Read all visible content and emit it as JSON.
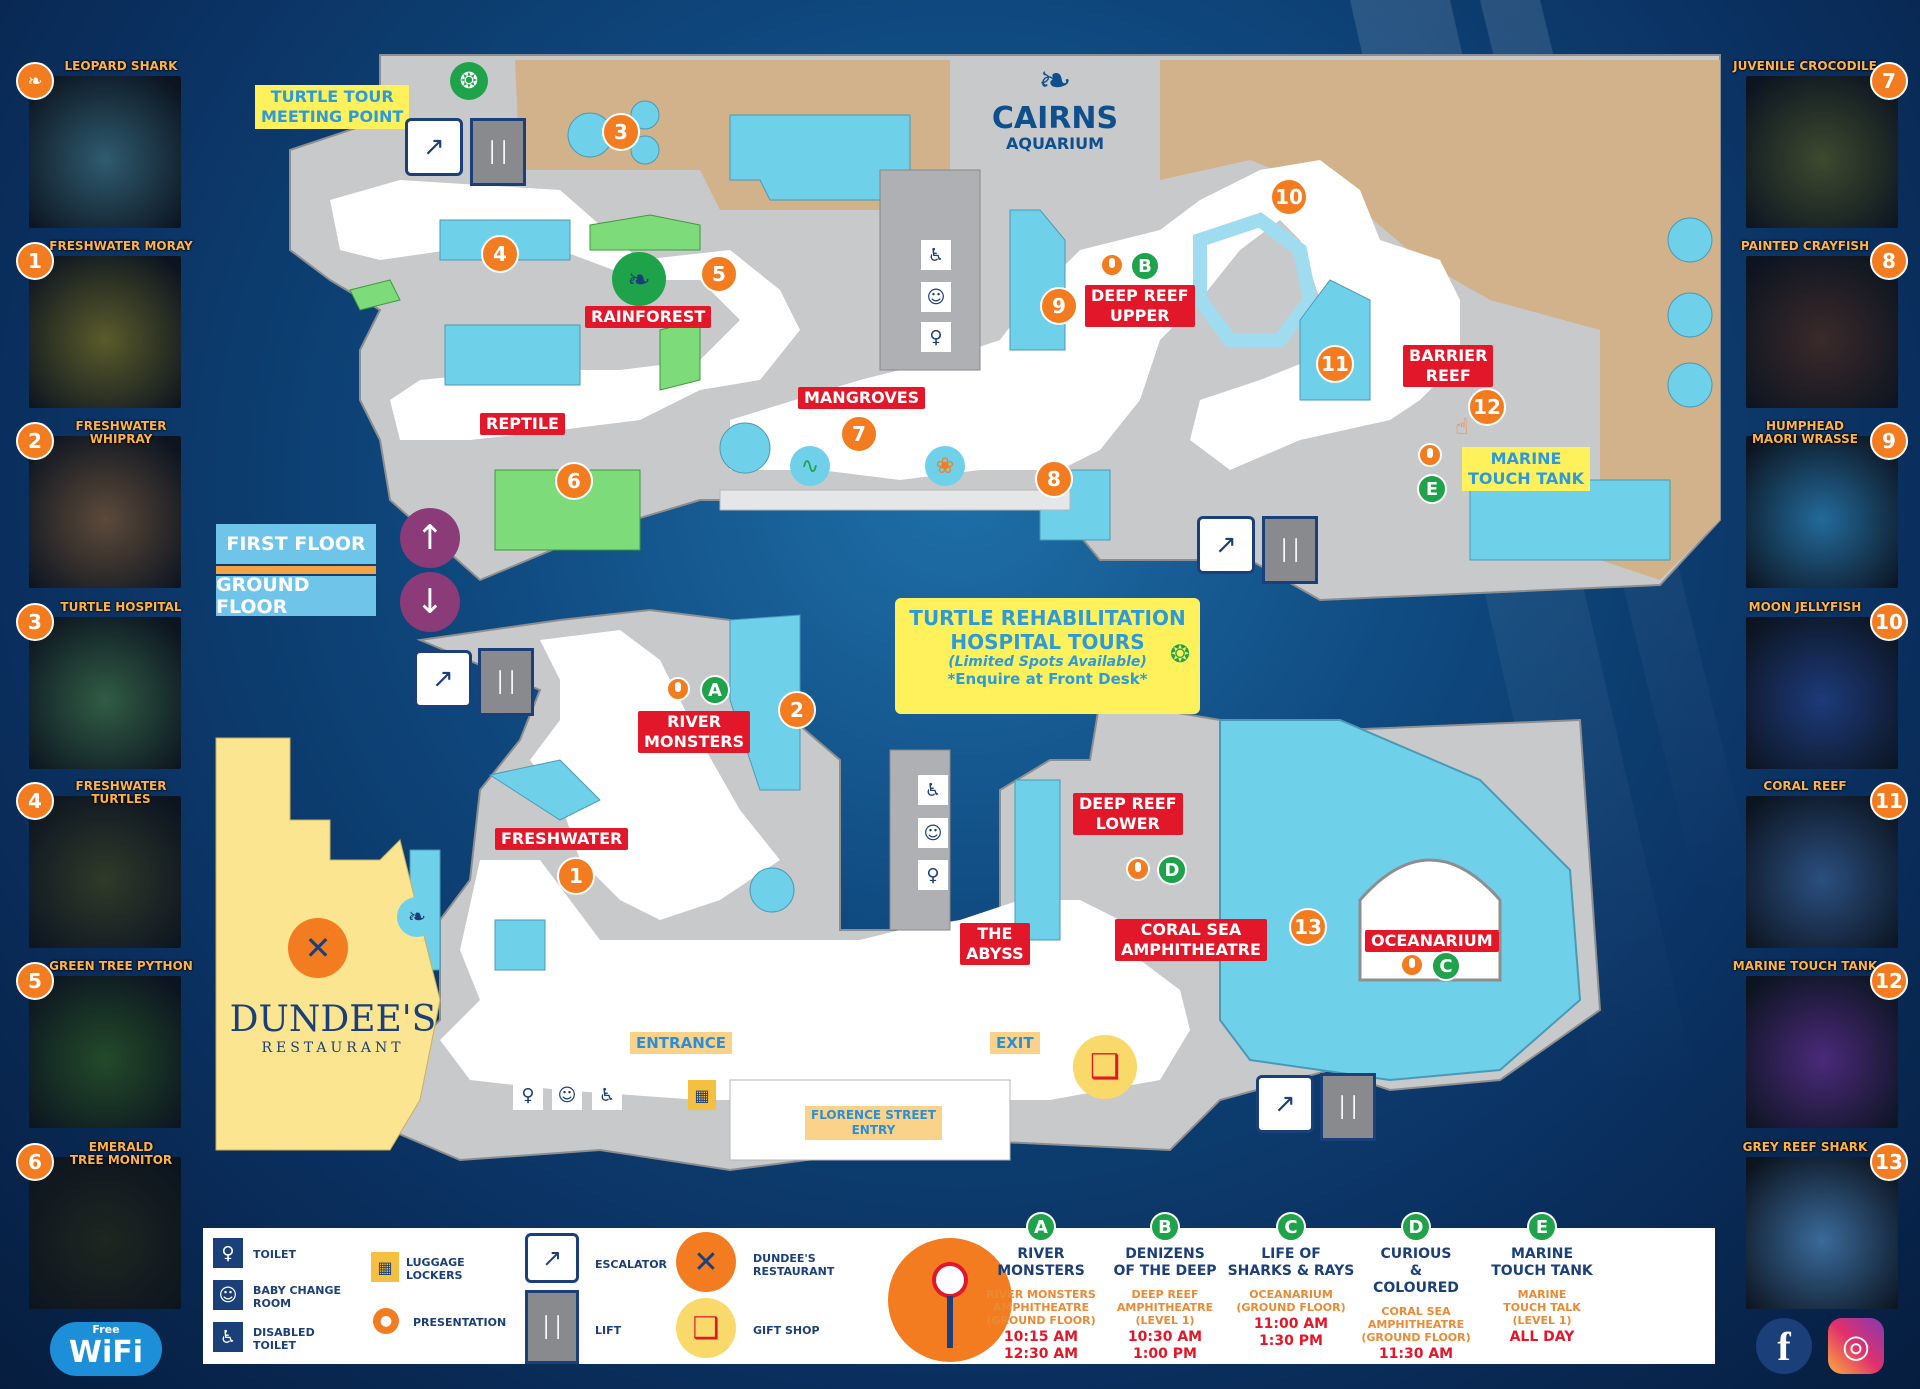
{
  "brand": {
    "name_line1": "CAIRNS",
    "name_line2": "AQUARIUM"
  },
  "colors": {
    "ocean": "#0f4a80",
    "accent_orange": "#f47c20",
    "label_red": "#e3172a",
    "presentation_green": "#1ea34a",
    "tank_blue": "#6fd0ea",
    "floor_tan": "#d2b28a",
    "restaurant_yellow": "#fbe591"
  },
  "left_cards": [
    {
      "title": "LEOPARD SHARK",
      "number": "",
      "icon": "shark-icon"
    },
    {
      "title": "FRESHWATER MORAY",
      "number": "1"
    },
    {
      "title": "FRESHWATER WHIPRAY",
      "number": "2"
    },
    {
      "title": "TURTLE HOSPITAL",
      "number": "3"
    },
    {
      "title": "FRESHWATER TURTLES",
      "number": "4"
    },
    {
      "title": "GREEN TREE PYTHON",
      "number": "5"
    },
    {
      "title": "EMERALD\nTREE MONITOR",
      "number": "6"
    }
  ],
  "right_cards": [
    {
      "title": "JUVENILE CROCODILE",
      "number": "7"
    },
    {
      "title": "PAINTED CRAYFISH",
      "number": "8"
    },
    {
      "title": "HUMPHEAD\nMAORI WRASSE",
      "number": "9"
    },
    {
      "title": "MOON JELLYFISH",
      "number": "10"
    },
    {
      "title": "CORAL REEF",
      "number": "11"
    },
    {
      "title": "MARINE TOUCH TANK",
      "number": "12"
    },
    {
      "title": "GREY REEF SHARK",
      "number": "13"
    }
  ],
  "zones": {
    "rainforest": "RAINFOREST",
    "reptile": "REPTILE",
    "mangroves": "MANGROVES",
    "deep_reef_upper": "DEEP REEF\nUPPER",
    "barrier_reef": "BARRIER\nREEF",
    "river_monsters": "RIVER\nMONSTERS",
    "freshwater": "FRESHWATER",
    "deep_reef_lower": "DEEP REEF\nLOWER",
    "the_abyss": "THE\nABYSS",
    "coral_sea_amphitheatre": "CORAL SEA\nAMPHITHEATRE",
    "oceanarium": "OCEANARIUM"
  },
  "callouts": {
    "turtle_tour": "TURTLE TOUR\nMEETING POINT",
    "marine_touch_tank": "MARINE\nTOUCH TANK",
    "entrance": "ENTRANCE",
    "exit": "EXIT",
    "florence_street": "FLORENCE STREET\nENTRY",
    "restaurant_line1": "DUNDEE'S",
    "restaurant_line2": "RESTAURANT"
  },
  "floors": {
    "first": "FIRST FLOOR",
    "ground": "GROUND FLOOR"
  },
  "tour_box": {
    "line1": "TURTLE REHABILITATION",
    "line2": "HOSPITAL TOURS",
    "line3": "(Limited Spots Available)",
    "line4": "*Enquire at Front Desk*"
  },
  "map_numbers": [
    "1",
    "2",
    "3",
    "4",
    "5",
    "6",
    "7",
    "8",
    "9",
    "10",
    "11",
    "12",
    "13"
  ],
  "legend": {
    "toilet": "TOILET",
    "baby_change": "BABY CHANGE\nROOM",
    "disabled_toilet": "DISABLED\nTOILET",
    "luggage": "LUGGAGE\nLOCKERS",
    "presentation": "PRESENTATION",
    "escalator": "ESCALATOR",
    "lift": "LIFT",
    "restaurant": "DUNDEE'S\nRESTAURANT",
    "gift_shop": "GIFT SHOP",
    "wifi_top": "Free",
    "wifi": "WiFi"
  },
  "schedule": [
    {
      "letter": "A",
      "name": "RIVER\nMONSTERS",
      "location": "RIVER MONSTERS\nAMPHITHEATRE\n(GROUND FLOOR)",
      "times": "10:15 AM\n12:30 AM"
    },
    {
      "letter": "B",
      "name": "DENIZENS\nOF THE DEEP",
      "location": "DEEP REEF\nAMPHITHEATRE\n(LEVEL 1)",
      "times": "10:30 AM\n1:00 PM"
    },
    {
      "letter": "C",
      "name": "LIFE OF\nSHARKS & RAYS",
      "location": "OCEANARIUM\n(GROUND FLOOR)",
      "times": "11:00 AM\n1:30 PM"
    },
    {
      "letter": "D",
      "name": "CURIOUS\n&\nCOLOURED",
      "location": "CORAL SEA\nAMPHITHEATRE\n(GROUND FLOOR)",
      "times": "11:30 AM"
    },
    {
      "letter": "E",
      "name": "MARINE\nTOUCH TANK",
      "location": "MARINE\nTOUCH TALK\n(LEVEL 1)",
      "times": "ALL DAY"
    }
  ],
  "social": {
    "facebook": "f"
  }
}
